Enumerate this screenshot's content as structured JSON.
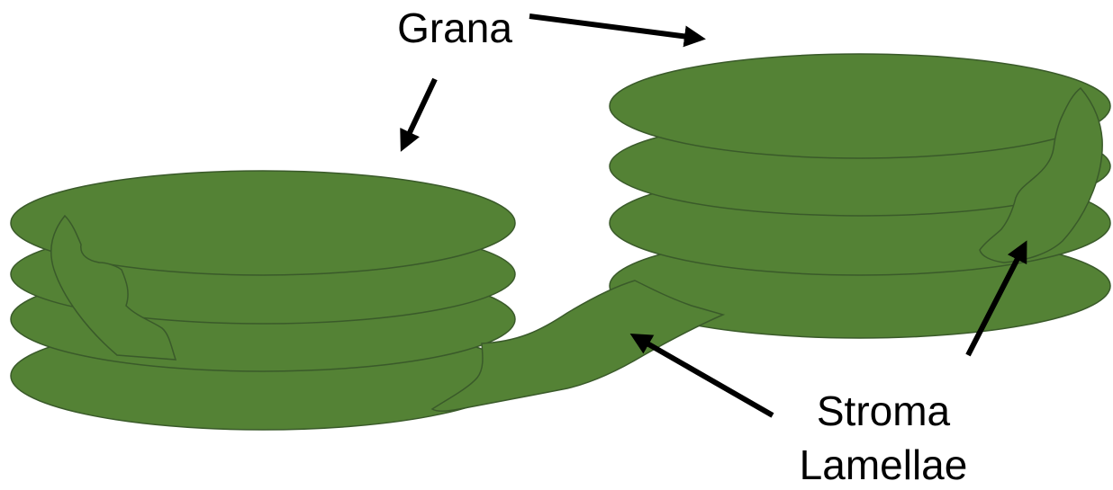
{
  "labels": {
    "grana": "Grana",
    "stroma_line1": "Stroma",
    "stroma_line2": "Lamellae"
  },
  "colors": {
    "disk_fill": "#548235",
    "disk_outline": "#3a5a2a",
    "arrow": "#000000",
    "text": "#000000",
    "background": "#ffffff"
  }
}
